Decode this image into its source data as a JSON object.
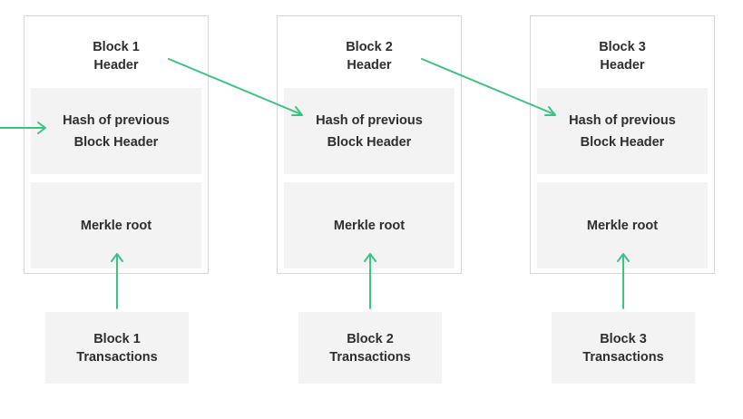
{
  "accent_color": "#3cc37f",
  "blocks": [
    {
      "header_line1": "Block 1",
      "header_line2": "Header",
      "hash_line1": "Hash of previous",
      "hash_line2": "Block Header",
      "merkle": "Merkle root",
      "tx_line1": "Block 1",
      "tx_line2": "Transactions"
    },
    {
      "header_line1": "Block 2",
      "header_line2": "Header",
      "hash_line1": "Hash of previous",
      "hash_line2": "Block Header",
      "merkle": "Merkle root",
      "tx_line1": "Block 2",
      "tx_line2": "Transactions"
    },
    {
      "header_line1": "Block 3",
      "header_line2": "Header",
      "hash_line1": "Hash of previous",
      "hash_line2": "Block Header",
      "merkle": "Merkle root",
      "tx_line1": "Block 3",
      "tx_line2": "Transactions"
    }
  ]
}
